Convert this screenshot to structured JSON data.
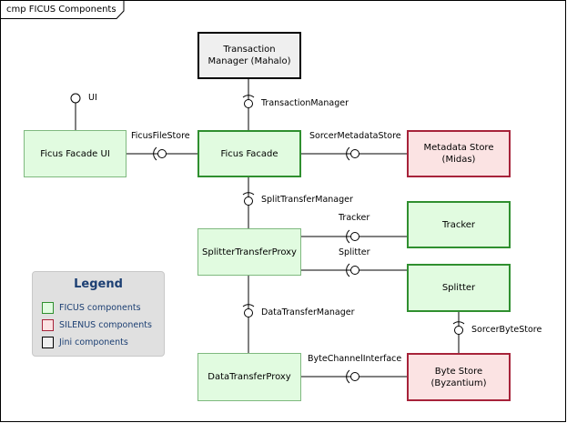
{
  "frame": {
    "title": "cmp FICUS Components"
  },
  "components": {
    "transaction_manager": {
      "name": "Transaction\nManager (Mahalo)",
      "kind": "jini"
    },
    "ficus_facade_ui": {
      "name": "Ficus Facade UI",
      "kind": "ficus"
    },
    "ficus_facade": {
      "name": "Ficus Facade",
      "kind": "ficus"
    },
    "metadata_store": {
      "name": "Metadata Store\n(Midas)",
      "kind": "silenus"
    },
    "splitter_transfer_proxy": {
      "name": "SplitterTransferProxy",
      "kind": "ficus"
    },
    "tracker": {
      "name": "Tracker",
      "kind": "ficus"
    },
    "splitter": {
      "name": "Splitter",
      "kind": "ficus"
    },
    "data_transfer_proxy": {
      "name": "DataTransferProxy",
      "kind": "ficus"
    },
    "byte_store": {
      "name": "Byte Store\n(Byzantium)",
      "kind": "silenus"
    }
  },
  "interfaces": {
    "ui": "UI",
    "transaction_manager": "TransactionManager",
    "ficus_file_store": "FicusFileStore",
    "sorcer_metadata_store": "SorcerMetadataStore",
    "split_transfer_manager": "SplitTransferManager",
    "tracker": "Tracker",
    "splitter": "Splitter",
    "data_transfer_manager": "DataTransferManager",
    "sorcer_byte_store": "SorcerByteStore",
    "byte_channel_interface": "ByteChannelInterface"
  },
  "legend": {
    "title": "Legend",
    "items": [
      {
        "label": "FICUS components",
        "fill": "#e1fbe0",
        "border": "#2f8f2f"
      },
      {
        "label": "SILENUS components",
        "fill": "#fbe3e3",
        "border": "#a7233a"
      },
      {
        "label": "Jini components",
        "fill": "#efefef",
        "border": "#000000"
      }
    ]
  },
  "colors": {
    "ficus_fill": "#e1fbe0",
    "ficus_border": "#2f8f2f",
    "silenus_fill": "#fbe3e3",
    "silenus_border": "#a7233a",
    "jini_fill": "#efefef",
    "jini_border": "#000000",
    "legend_text": "#1c3f73"
  }
}
